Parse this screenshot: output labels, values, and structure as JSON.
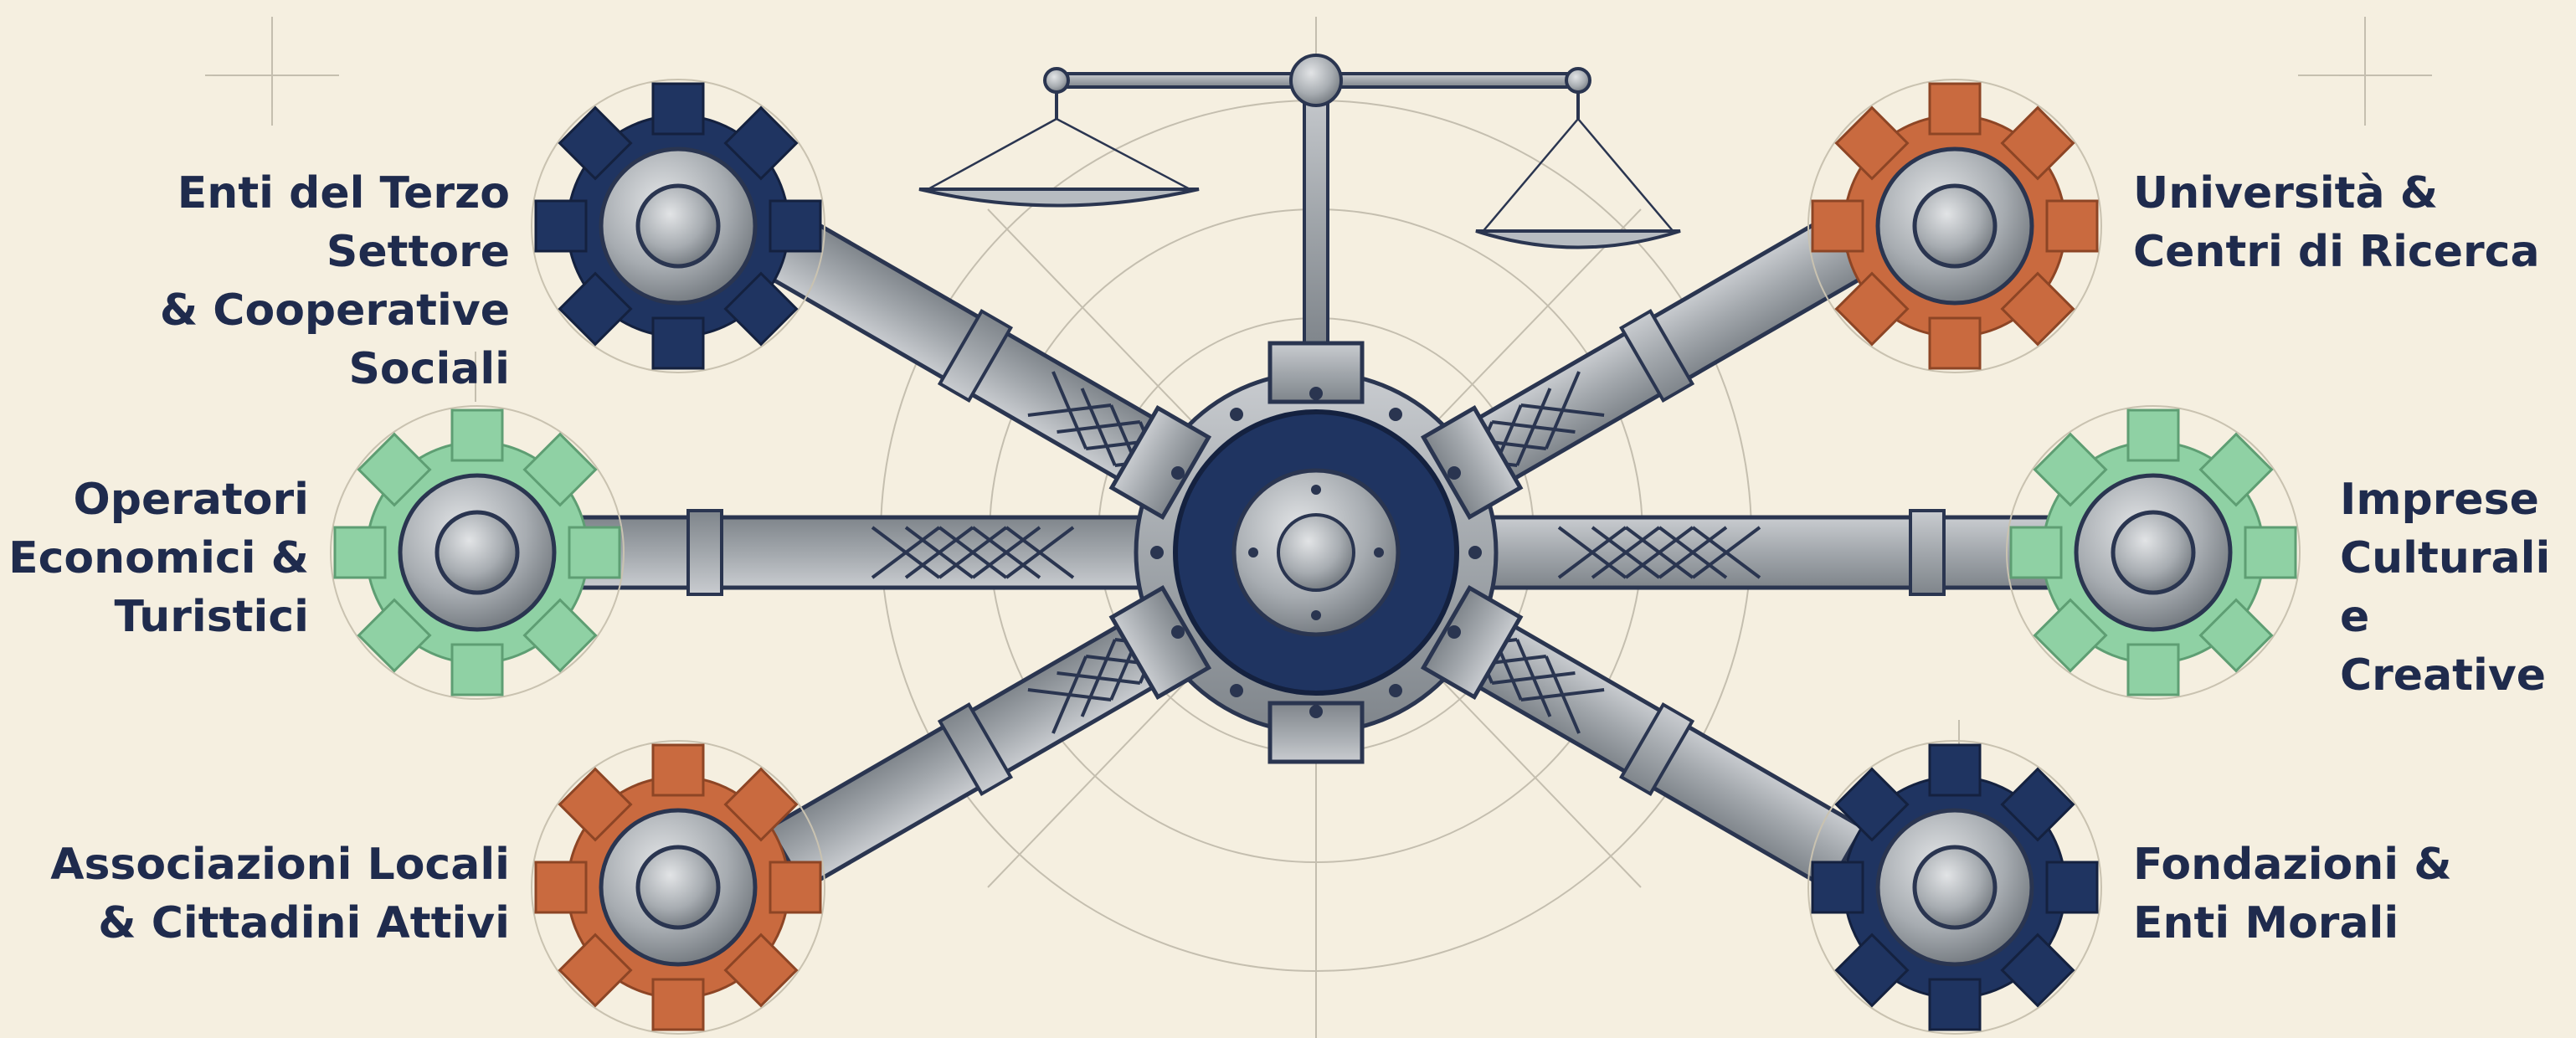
{
  "labels": {
    "top_left": "Enti del Terzo Settore\n& Cooperative Sociali",
    "top_right": "Università &\nCentri di Ricerca",
    "middle_left": "Operatori\nEconomici &\nTuristici",
    "middle_right": "Imprese\nCulturali e\nCreative",
    "bottom_left": "Associazioni Locali\n& Cittadini Attivi",
    "bottom_right": "Fondazioni &\nEnti Morali"
  },
  "colors": {
    "background": "#f5efe0",
    "navy": "#1f3461",
    "orange": "#c96a3f",
    "green": "#8fd1a4",
    "steel": "#a9aeb3",
    "ink": "#1f2b4d"
  },
  "icons": {
    "hub": "central-hub-gear-icon",
    "scale": "balance-scale-icon",
    "gears": [
      "navy-gear-icon",
      "orange-gear-icon",
      "green-gear-icon"
    ]
  }
}
